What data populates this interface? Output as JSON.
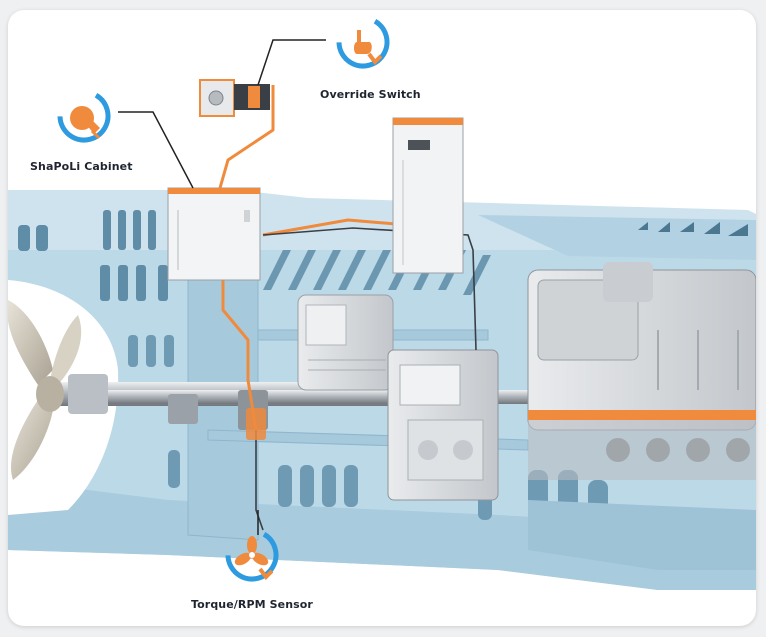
{
  "labels": {
    "shapoli_cabinet": "ShaPoLi Cabinet",
    "override_switch": "Override Switch",
    "torque_rpm_sensor": "Torque/RPM Sensor"
  },
  "icons": {
    "cabinet_icon": "hand-tap-icon",
    "switch_icon": "pointing-hand-icon",
    "sensor_icon": "fan-icon"
  },
  "colors": {
    "accent_orange": "#f08a3c",
    "ring_blue": "#2e9be0",
    "hull_blue": "#bcd9e8",
    "hull_dark": "#8fb6cc",
    "machine_grey": "#d6d8da",
    "cable": "#f08a3c"
  }
}
